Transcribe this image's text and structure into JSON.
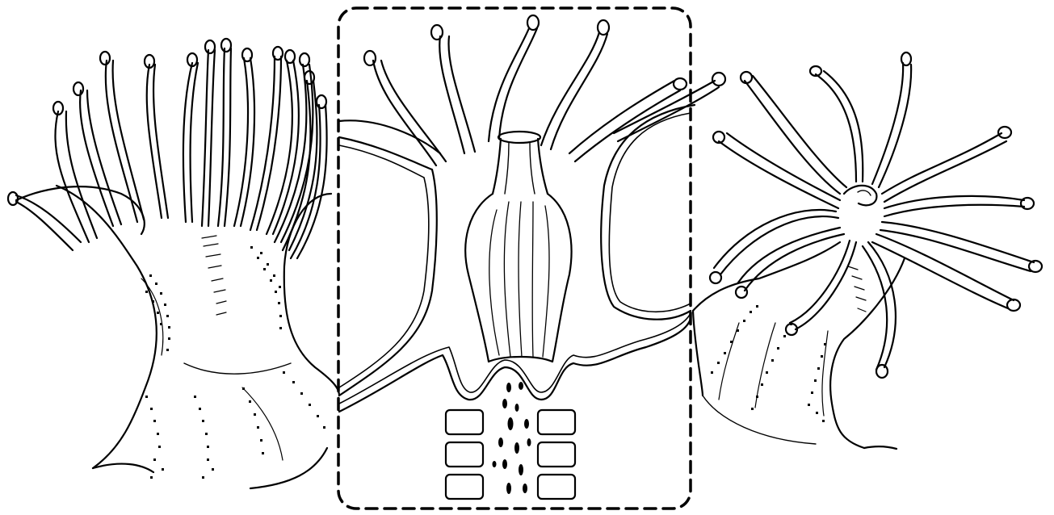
{
  "figure": {
    "description_labels": [],
    "colors": {
      "line": "#000000",
      "fill": "#ffffff"
    },
    "panels": [
      {
        "id": "left",
        "subject": "anemone-side-view"
      },
      {
        "id": "center",
        "subject": "polyp-cross-section",
        "highlighted": true
      },
      {
        "id": "right",
        "subject": "anemone-oral-view"
      }
    ]
  }
}
